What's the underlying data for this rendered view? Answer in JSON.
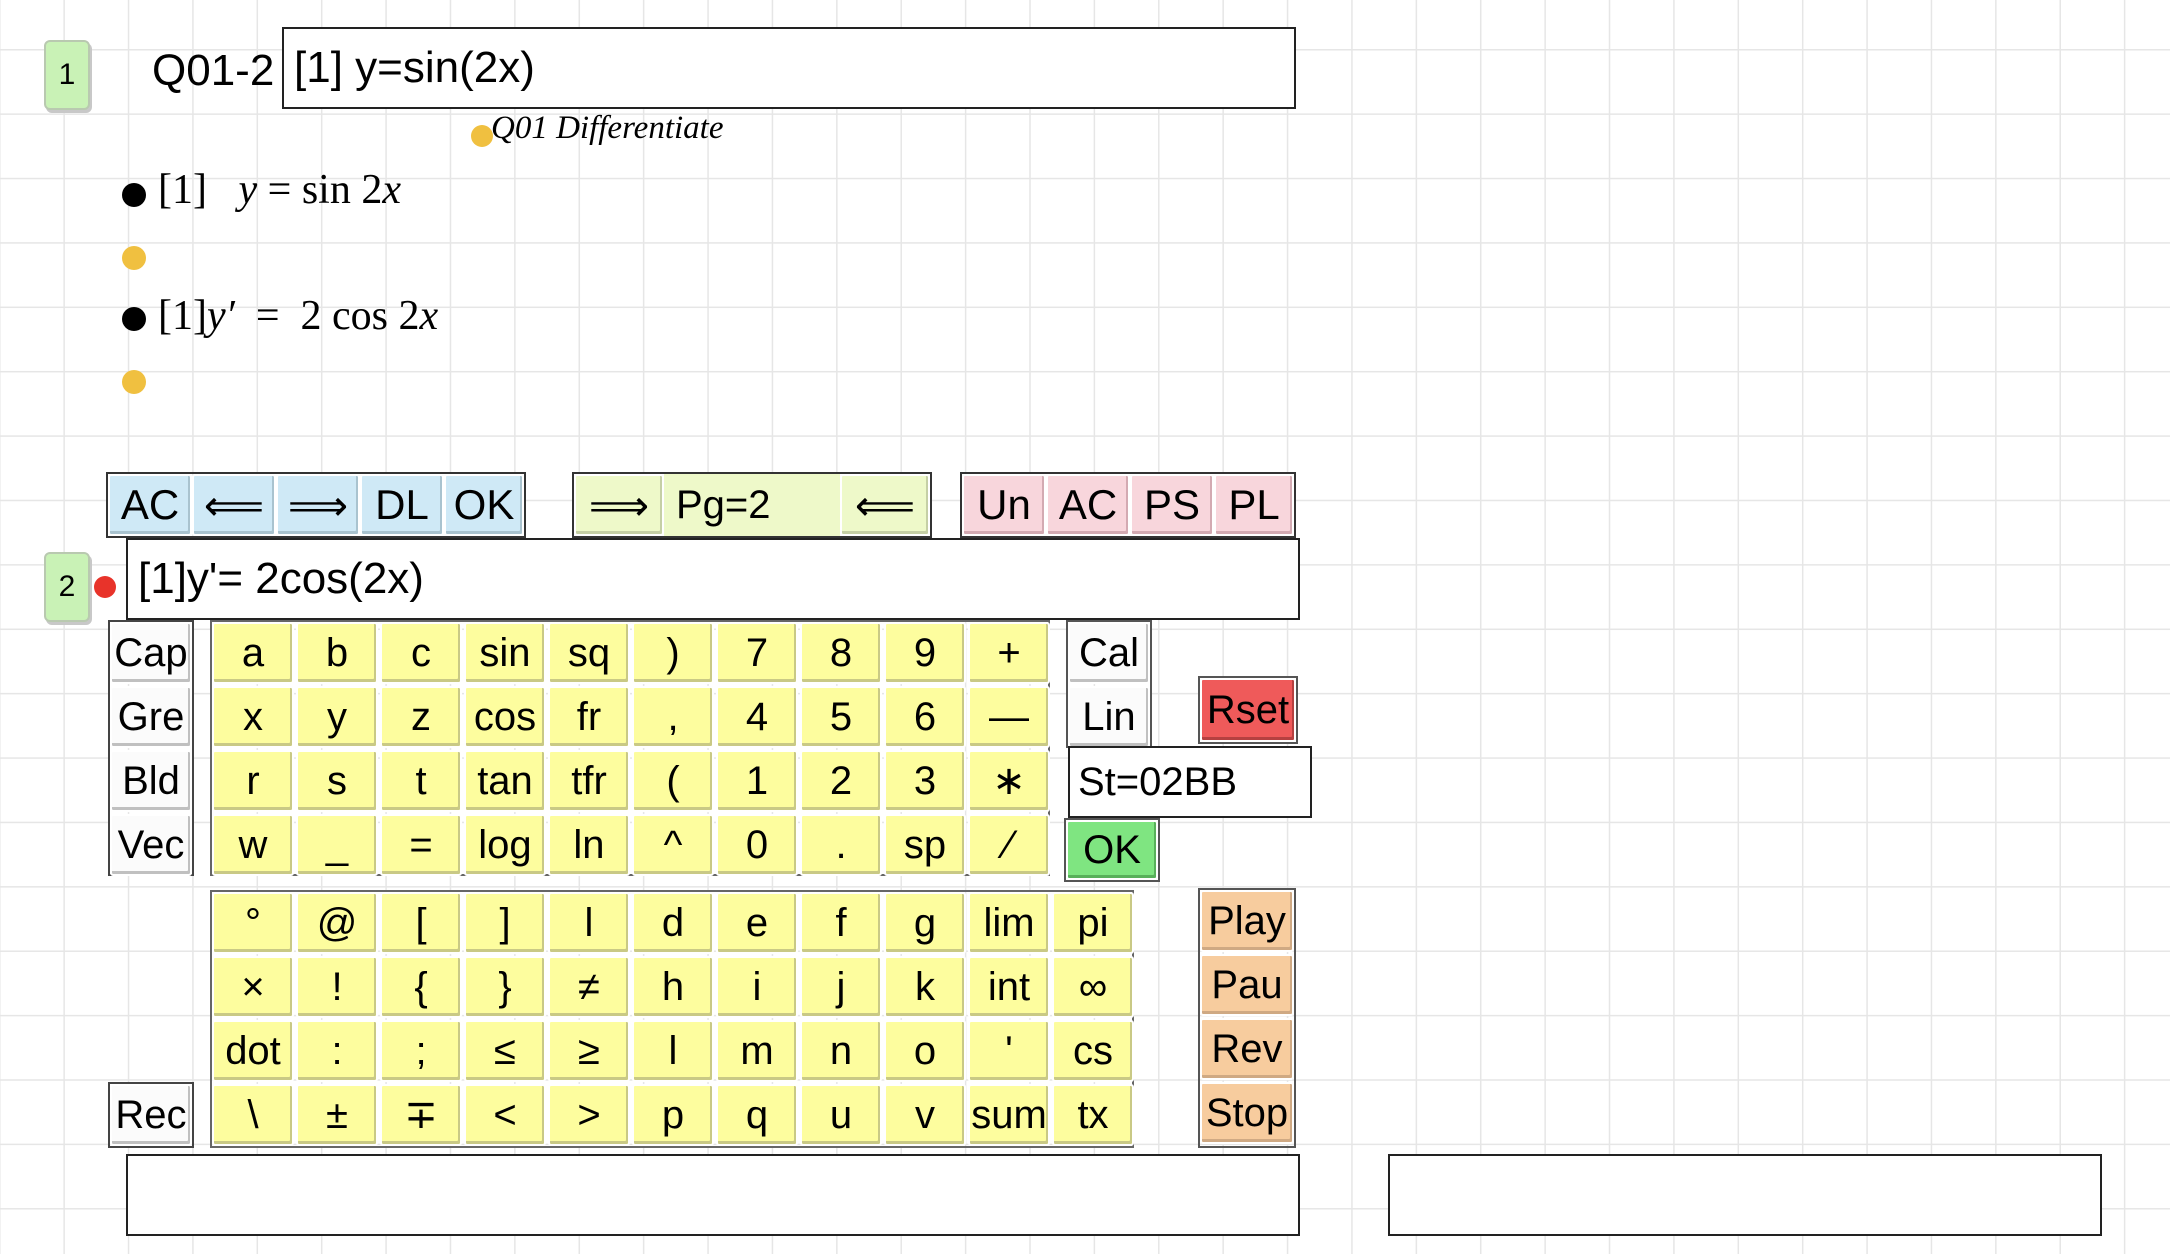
{
  "cell1": {
    "number": "1",
    "label": "Q01-2",
    "input": "[1]  y=sin(2x)",
    "title": "Q01 Differentiate",
    "line1_tag": "[1]",
    "line1_lhs": "y",
    "line1_eq": "=",
    "line1_rhs": "sin 2",
    "line1_var": "x",
    "line2_tag": "[1]",
    "line2_lhs": "y′",
    "line2_eq": "=",
    "line2_rhs": "2 cos 2",
    "line2_var": "x"
  },
  "toolbar": {
    "ac": "AC",
    "left": "⟸",
    "right": "⟹",
    "dl": "DL",
    "ok": "OK",
    "next": "⟹",
    "page": "Pg=2",
    "prev": "⟸",
    "un": "Un",
    "ac2": "AC",
    "ps": "PS",
    "pl": "PL"
  },
  "cell2": {
    "number": "2",
    "input": "[1]y'= 2cos(2x)"
  },
  "side_left": {
    "cap": "Cap",
    "gre": "Gre",
    "bld": "Bld",
    "vec": "Vec",
    "rec": "Rec"
  },
  "keypad_top": [
    [
      "a",
      "b",
      "c",
      "sin",
      "sq",
      ")",
      "7",
      "8",
      "9",
      "+"
    ],
    [
      "x",
      "y",
      "z",
      "cos",
      "fr",
      ",",
      "4",
      "5",
      "6",
      "—"
    ],
    [
      "r",
      "s",
      "t",
      "tan",
      "tfr",
      "(",
      "1",
      "2",
      "3",
      "∗"
    ],
    [
      "w",
      "_",
      "=",
      "log",
      "ln",
      "^",
      "0",
      ".",
      "sp",
      "∕"
    ]
  ],
  "keypad_bottom": [
    [
      "°",
      "@",
      "[",
      "]",
      "l",
      "d",
      "e",
      "f",
      "g",
      "lim",
      "pi"
    ],
    [
      "×",
      "!",
      "{",
      "}",
      "≠",
      "h",
      "i",
      "j",
      "k",
      "int",
      "∞"
    ],
    [
      "dot",
      ":",
      ";",
      "≤",
      "≥",
      "l",
      "m",
      "n",
      "o",
      "'",
      "cs"
    ],
    [
      "\\",
      "±",
      "∓",
      "<",
      ">",
      "p",
      "q",
      "u",
      "v",
      "sum",
      "tx"
    ]
  ],
  "side_right": {
    "cal": "Cal",
    "lin": "Lin",
    "rset": "Rset",
    "status": "St=02BB",
    "ok": "OK",
    "play": "Play",
    "pau": "Pau",
    "rev": "Rev",
    "stop": "Stop"
  },
  "colors": {
    "dot_yellow": "#f0c040",
    "dot_red": "#e8332a",
    "num_badge": "#c9f2b6"
  },
  "icons": {
    "arrow_left": "⟸",
    "arrow_right": "⟹"
  }
}
